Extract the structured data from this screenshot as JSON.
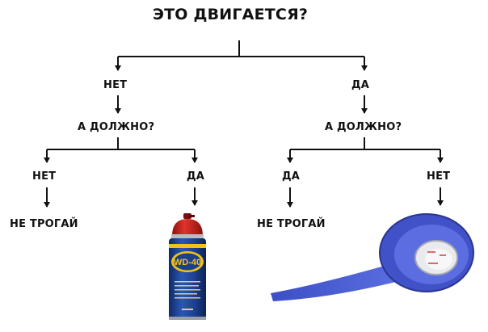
{
  "title": "ЭТО ДВИГАЕТСЯ?",
  "nodes": {
    "net_left": "НЕТ",
    "da_right": "ДА",
    "dolzhno_left": "А ДОЛЖНО?",
    "dolzhno_right": "А ДОЛЖНО?",
    "net_left_left": "НЕТ",
    "da_left_right": "ДА",
    "da_right_left": "ДА",
    "net_right_right": "НЕТ",
    "ne_trogai_left": "НЕ ТРОГАЙ",
    "ne_trogai_right": "НЕ ТРОГАЙ"
  },
  "pictures": {
    "can_icon": "wd40-spray-can-icon",
    "can_brand": "WD-40",
    "tape_icon": "blue-tape-roll-icon"
  },
  "colors": {
    "line": "#111111",
    "can_blue": "#1d3f8f",
    "can_red": "#c8211d",
    "can_yellow": "#f2c21a",
    "tape_blue": "#4152c8"
  }
}
